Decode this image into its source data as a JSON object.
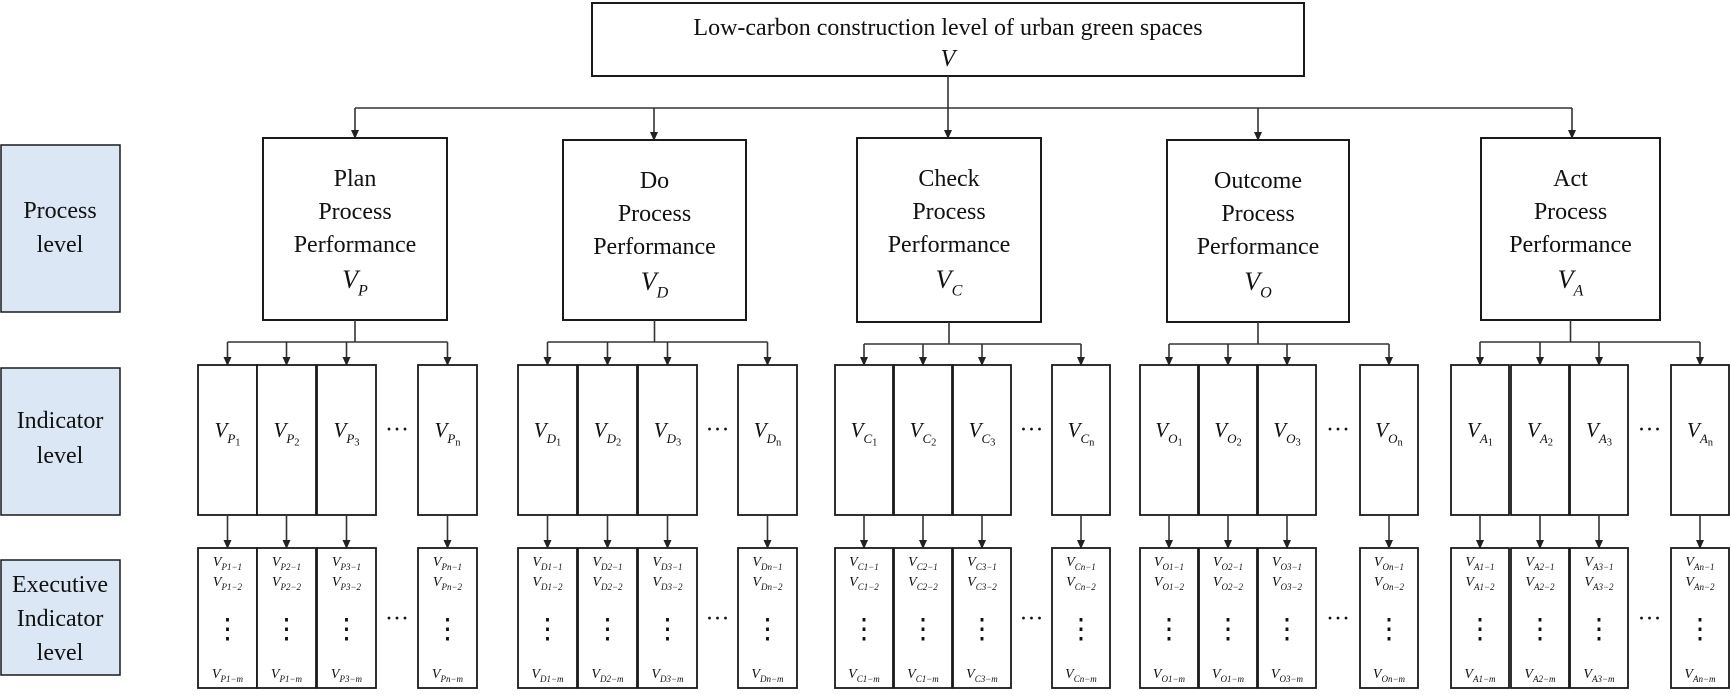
{
  "root": {
    "title": "Low-carbon construction level of urban green spaces",
    "symbol": "V"
  },
  "levels": [
    {
      "line1": "Process",
      "line2": "level"
    },
    {
      "line1": "Indicator",
      "line2": "level"
    },
    {
      "line1": "Executive",
      "line2": "Indicator",
      "line3": "level"
    }
  ],
  "ellipsis": "···",
  "vdots": "⋮",
  "groups": [
    {
      "lines": [
        "Plan",
        "Process",
        "Performance"
      ],
      "symbol": "V",
      "sub": "P",
      "indicators": [
        {
          "v": "V",
          "s": "P",
          "n": "1"
        },
        {
          "v": "V",
          "s": "P",
          "n": "2"
        },
        {
          "v": "V",
          "s": "P",
          "n": "3"
        },
        {
          "v": "V",
          "s": "P",
          "n": "n"
        }
      ],
      "executives": [
        {
          "a": "P1−1",
          "b": "P1−2",
          "c": "P1−m"
        },
        {
          "a": "P2−1",
          "b": "P2−2",
          "c": "P1−m"
        },
        {
          "a": "P3−1",
          "b": "P3−2",
          "c": "P3−m"
        },
        {
          "a": "Pn−1",
          "b": "Pn−2",
          "c": "Pn−m"
        }
      ]
    },
    {
      "lines": [
        "Do",
        "Process",
        "Performance"
      ],
      "symbol": "V",
      "sub": "D",
      "indicators": [
        {
          "v": "V",
          "s": "D",
          "n": "1"
        },
        {
          "v": "V",
          "s": "D",
          "n": "2"
        },
        {
          "v": "V",
          "s": "D",
          "n": "3"
        },
        {
          "v": "V",
          "s": "D",
          "n": "n"
        }
      ],
      "executives": [
        {
          "a": "D1−1",
          "b": "D1−2",
          "c": "D1−m"
        },
        {
          "a": "D2−1",
          "b": "D2−2",
          "c": "D2−m"
        },
        {
          "a": "D3−1",
          "b": "D3−2",
          "c": "D3−m"
        },
        {
          "a": "Dn−1",
          "b": "Dn−2",
          "c": "Dn−m"
        }
      ]
    },
    {
      "lines": [
        "Check",
        "Process",
        "Performance"
      ],
      "symbol": "V",
      "sub": "C",
      "indicators": [
        {
          "v": "V",
          "s": "C",
          "n": "1"
        },
        {
          "v": "V",
          "s": "C",
          "n": "2"
        },
        {
          "v": "V",
          "s": "C",
          "n": "3"
        },
        {
          "v": "V",
          "s": "C",
          "n": "n"
        }
      ],
      "executives": [
        {
          "a": "C1−1",
          "b": "C1−2",
          "c": "C1−m"
        },
        {
          "a": "C2−1",
          "b": "C2−2",
          "c": "C1−m"
        },
        {
          "a": "C3−1",
          "b": "C3−2",
          "c": "C3−m"
        },
        {
          "a": "Cn−1",
          "b": "Cn−2",
          "c": "Cn−m"
        }
      ]
    },
    {
      "lines": [
        "Outcome",
        "Process",
        "Performance"
      ],
      "symbol": "V",
      "sub": "O",
      "indicators": [
        {
          "v": "V",
          "s": "O",
          "n": "1"
        },
        {
          "v": "V",
          "s": "O",
          "n": "2"
        },
        {
          "v": "V",
          "s": "O",
          "n": "3"
        },
        {
          "v": "V",
          "s": "O",
          "n": "n"
        }
      ],
      "executives": [
        {
          "a": "O1−1",
          "b": "O1−2",
          "c": "O1−m"
        },
        {
          "a": "O2−1",
          "b": "O2−2",
          "c": "O1−m"
        },
        {
          "a": "O3−1",
          "b": "O3−2",
          "c": "O3−m"
        },
        {
          "a": "On−1",
          "b": "On−2",
          "c": "On−m"
        }
      ]
    },
    {
      "lines": [
        "Act",
        "Process",
        "Performance"
      ],
      "symbol": "V",
      "sub": "A",
      "indicators": [
        {
          "v": "V",
          "s": "A",
          "n": "1"
        },
        {
          "v": "V",
          "s": "A",
          "n": "2"
        },
        {
          "v": "V",
          "s": "A",
          "n": "3"
        },
        {
          "v": "V",
          "s": "A",
          "n": "n"
        }
      ],
      "executives": [
        {
          "a": "A1−1",
          "b": "A1−2",
          "c": "A1−m"
        },
        {
          "a": "A2−1",
          "b": "A2−2",
          "c": "A2−m"
        },
        {
          "a": "A3−1",
          "b": "A3−2",
          "c": "A3−m"
        },
        {
          "a": "An−1",
          "b": "An−2",
          "c": "An−m"
        }
      ]
    }
  ]
}
